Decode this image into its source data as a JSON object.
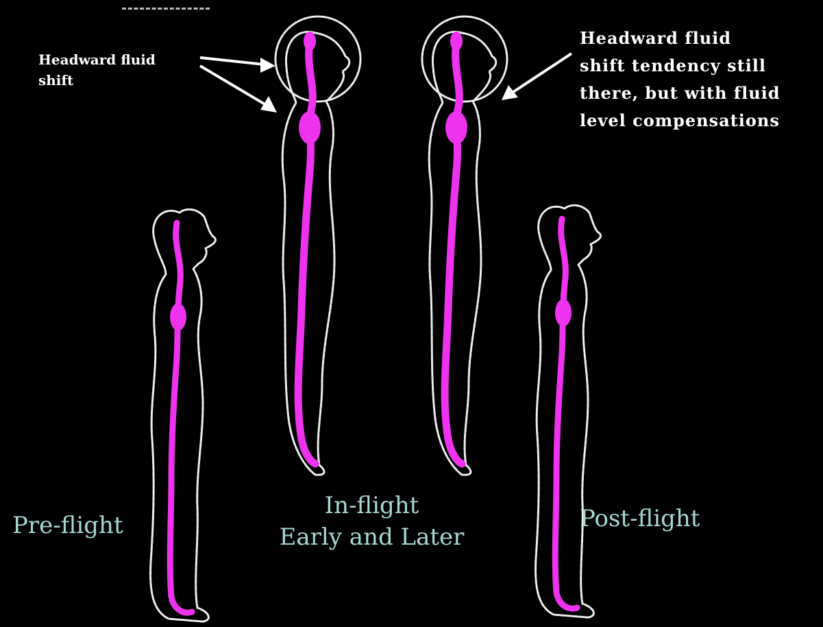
{
  "annotations": {
    "headward_left": "Headward fluid\nshift",
    "headward_right": "Headward fluid\nshift tendency still\nthere, but with fluid\nlevel compensations"
  },
  "stages": {
    "pre_flight": "Pre-flight",
    "in_flight": "In-flight\nEarly and Later",
    "post_flight": "Post-flight"
  },
  "colors": {
    "background": "#000000",
    "body_outline": "#eeeeee",
    "fluid": "#ee33ee",
    "annotation_text": "#ffffff",
    "stage_text": "#a8d8d2"
  },
  "figures": [
    {
      "stage": "pre-flight",
      "posture": "standing"
    },
    {
      "stage": "in-flight early",
      "posture": "floating",
      "head_emphasis": "circled"
    },
    {
      "stage": "in-flight later",
      "posture": "floating",
      "head_emphasis": "circled"
    },
    {
      "stage": "post-flight",
      "posture": "standing"
    }
  ]
}
